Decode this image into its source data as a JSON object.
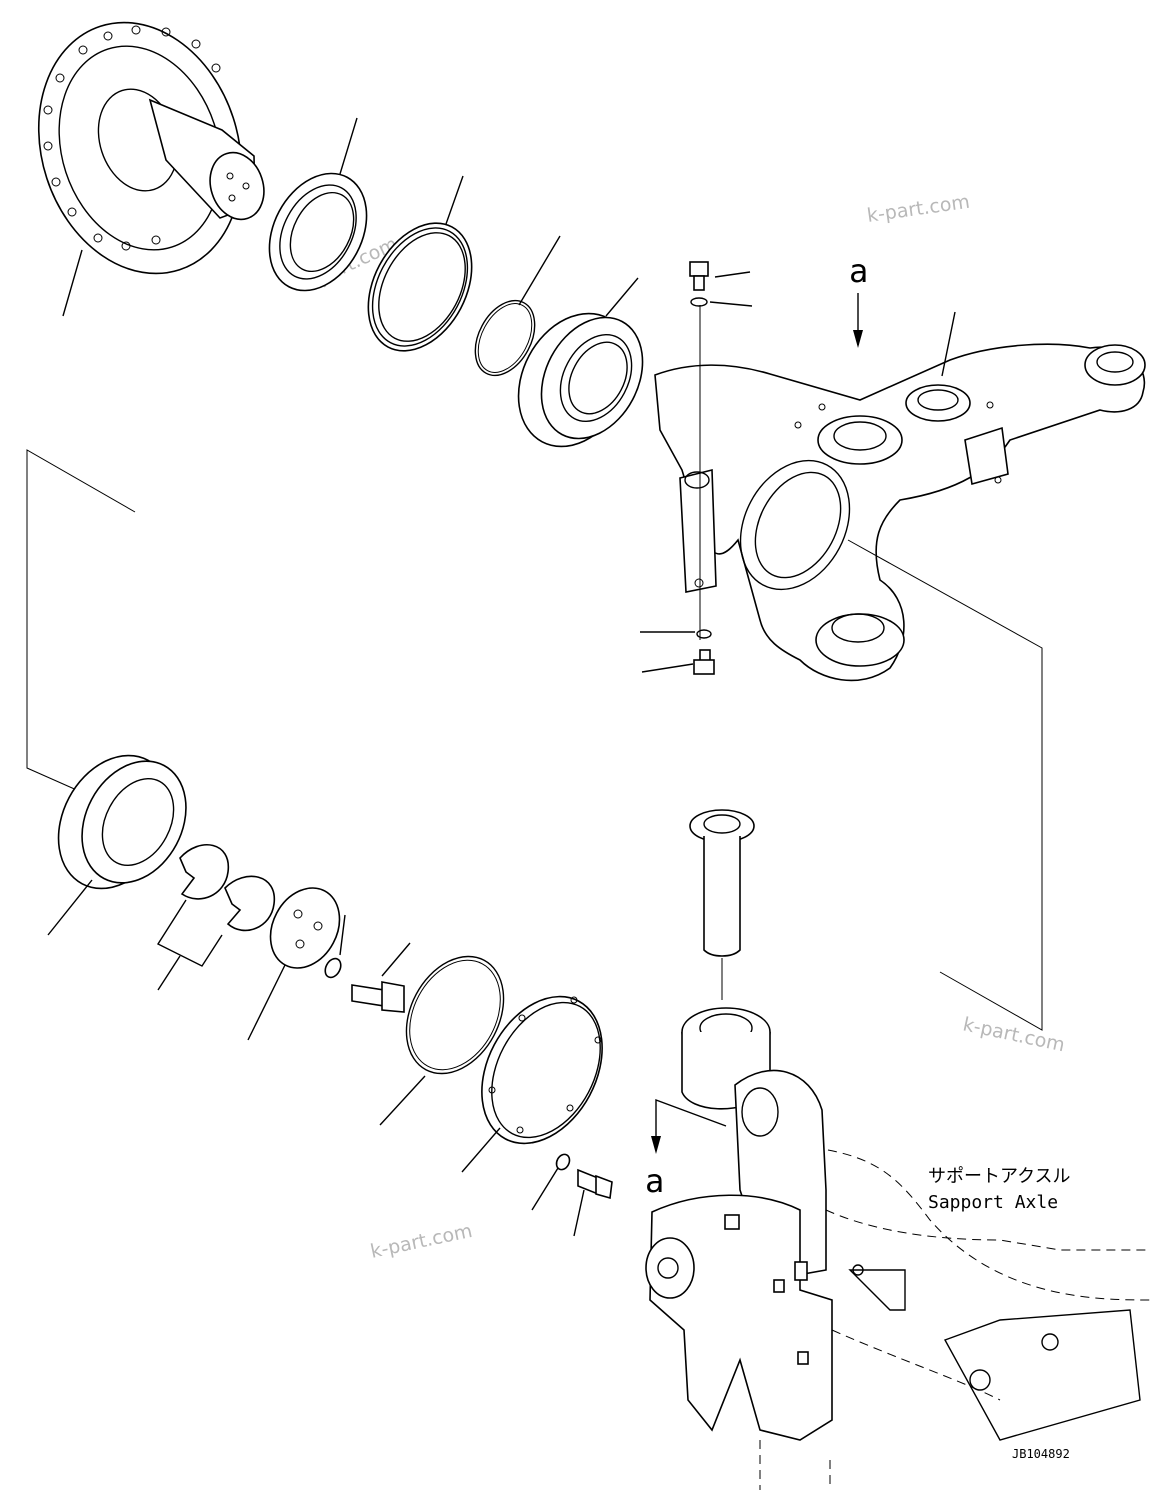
{
  "view_marker": "a",
  "support_axle_label_jp": "サポートアクスル",
  "support_axle_label_en": "Sapport Axle",
  "drawing_id": "JB104892",
  "watermark": "k-part.com"
}
